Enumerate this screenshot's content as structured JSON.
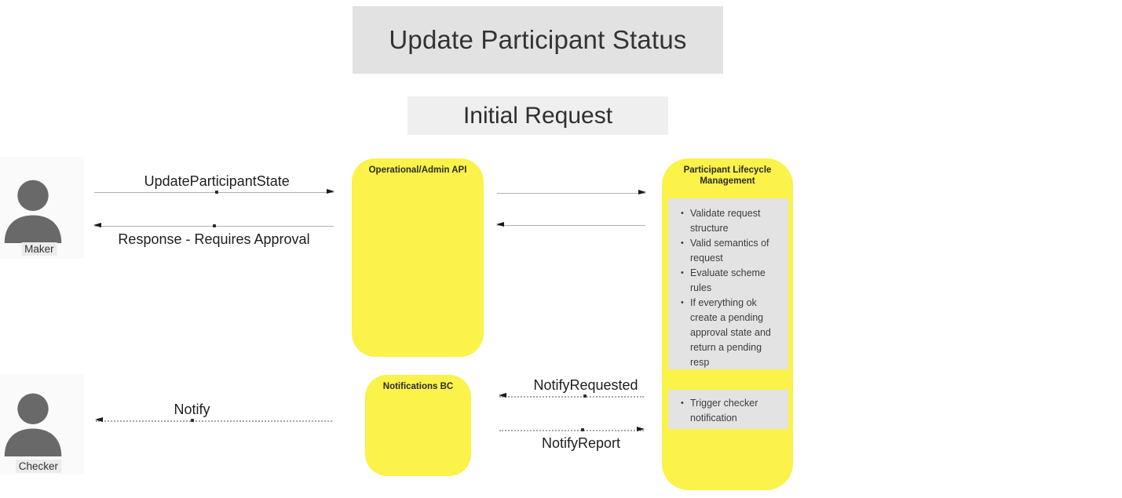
{
  "page": {
    "title": "Update Participant Status",
    "subtitle": "Initial Request"
  },
  "actors": {
    "maker": {
      "label": "Maker"
    },
    "checker": {
      "label": "Checker"
    }
  },
  "components": {
    "api": {
      "title": "Operational/Admin API"
    },
    "plm": {
      "title_line1": "Participant Lifecycle",
      "title_line2": "Management",
      "validation_notes": [
        "Validate request structure",
        "Valid semantics of request",
        "Evaluate scheme rules",
        "If everything ok create a pending approval state and return a pending resp"
      ],
      "trigger_notes": [
        "Trigger checker notification"
      ]
    },
    "notifications": {
      "title": "Notifications BC"
    }
  },
  "messages": {
    "update_participant_state": {
      "label": "UpdateParticipantState",
      "style": "solid",
      "direction": "right"
    },
    "response_requires_approval": {
      "label": "Response - Requires Approval",
      "style": "solid",
      "direction": "left"
    },
    "api_to_plm_request": {
      "label": "",
      "style": "solid",
      "direction": "right"
    },
    "plm_to_api_response": {
      "label": "",
      "style": "solid",
      "direction": "left"
    },
    "notify_requested": {
      "label": "NotifyRequested",
      "style": "dotted",
      "direction": "left"
    },
    "notify_report": {
      "label": "NotifyReport",
      "style": "dotted",
      "direction": "right"
    },
    "notify": {
      "label": "Notify",
      "style": "dotted",
      "direction": "left"
    }
  },
  "colors": {
    "component_fill": "#FBF24A",
    "note_fill": "#E3E3E3",
    "title_banner_fill": "#E2E2E2",
    "subtitle_banner_fill": "#EFEFEF",
    "actor_background": "#FAFAFA",
    "actor_icon": "#696969",
    "arrow_line": "#B0B0B0",
    "arrowhead": "#1A1A1A",
    "text": "#333333"
  }
}
